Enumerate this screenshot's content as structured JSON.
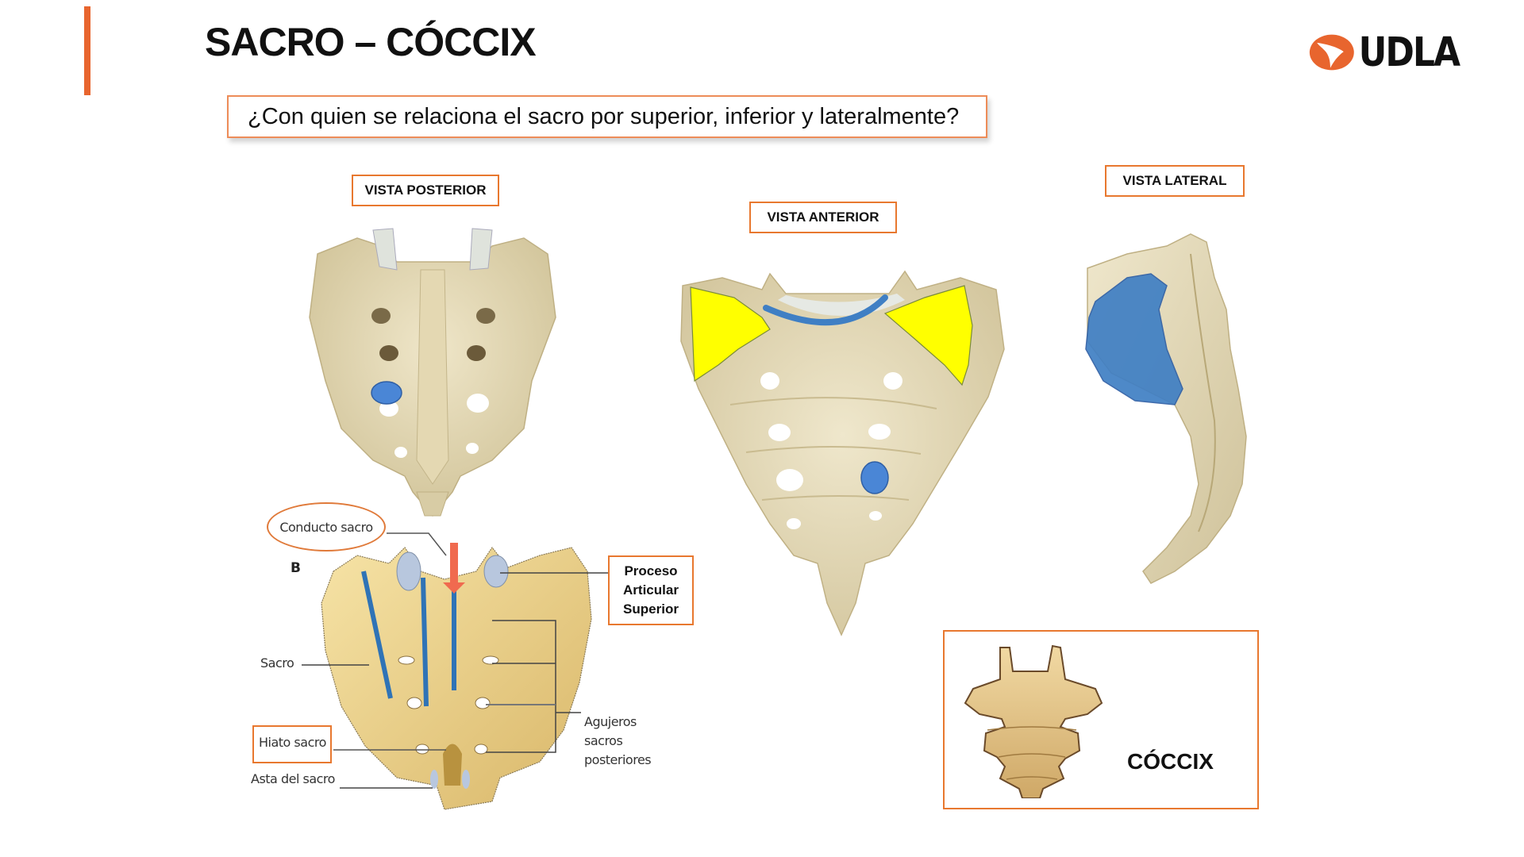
{
  "slide": {
    "title": "SACRO – CÓCCIX",
    "accent_color": "#e8652e",
    "logo": {
      "text": "UDLA",
      "icon": "udla-logo-icon",
      "color": "#e8652e"
    },
    "question": "¿Con quien se relaciona el sacro por superior, inferior y lateralmente?"
  },
  "views": {
    "posterior": {
      "label": "VISTA POSTERIOR"
    },
    "anterior": {
      "label": "VISTA ANTERIOR"
    },
    "lateral": {
      "label": "VISTA LATERAL"
    }
  },
  "diagram_b": {
    "panel_letter": "B",
    "labels": {
      "conducto": "Conducto sacro",
      "proceso_line1": "Proceso",
      "proceso_line2": "Articular",
      "proceso_line3": "Superior",
      "sacro": "Sacro",
      "hiato": "Hiato sacro",
      "asta": "Asta del sacro",
      "agujeros_line1": "Agujeros",
      "agujeros_line2": "sacros",
      "agujeros_line3": "posteriores"
    }
  },
  "coccix": {
    "label": "CÓCCIX"
  },
  "colors": {
    "bone": "#e7dcbc",
    "bone_shadow": "#c9bb90",
    "highlight_yellow": "#ffff00",
    "highlight_blue": "#3f7fc4",
    "arrow_red": "#f06a4f",
    "frame_orange": "#e8782f"
  }
}
